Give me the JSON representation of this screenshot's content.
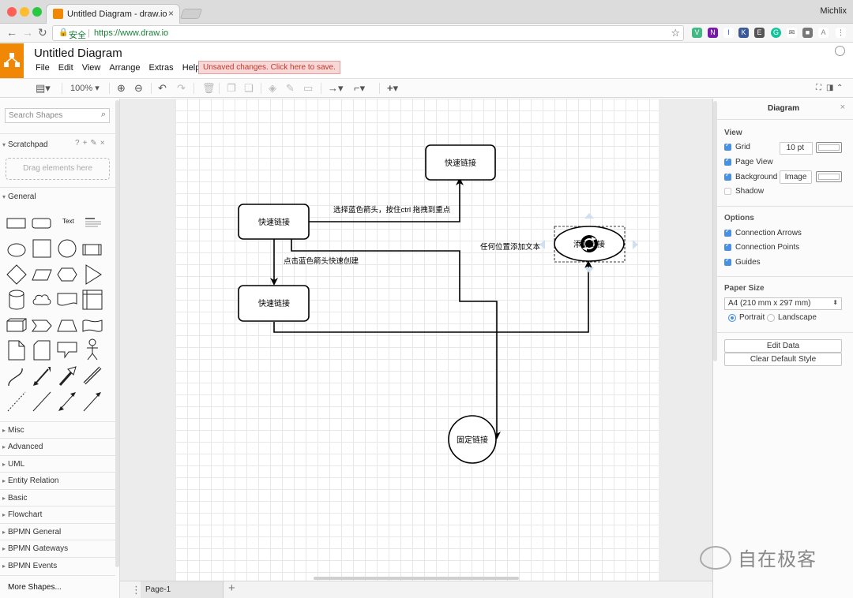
{
  "browser": {
    "tab_title": "Untitled Diagram - draw.io",
    "tab_close": "×",
    "profile_name": "Michlix",
    "secure_label": "安全",
    "url": "https://www.draw.io",
    "colors": {
      "red": "#ff5f57",
      "yellow": "#febc2e",
      "green": "#28c840",
      "secure": "#188038"
    }
  },
  "app": {
    "doc_title": "Untitled Diagram",
    "menu": [
      "File",
      "Edit",
      "View",
      "Arrange",
      "Extras",
      "Help"
    ],
    "unsaved_notice": "Unsaved changes. Click here to save.",
    "brand_color": "#f08705"
  },
  "toolbar": {
    "zoom": "100%",
    "icons": [
      "format-panel-icon",
      "zoom-in-icon",
      "zoom-out-icon",
      "undo-icon",
      "redo-icon",
      "delete-icon",
      "to-front-icon",
      "to-back-icon",
      "fill-color-icon",
      "line-color-icon",
      "shadow-icon",
      "connection-icon",
      "waypoints-icon",
      "insert-icon",
      "fullscreen-icon",
      "toggle-panels-icon",
      "collapse-icon"
    ]
  },
  "left_panel": {
    "search_placeholder": "Search Shapes",
    "scratchpad_label": "Scratchpad",
    "scratchpad_help": "?",
    "dropzone_text": "Drag elements here",
    "general_label": "General",
    "text_shape_label": "Text",
    "categories": [
      "Misc",
      "Advanced",
      "UML",
      "Entity Relation",
      "Basic",
      "Flowchart",
      "BPMN General",
      "BPMN Gateways",
      "BPMN Events"
    ],
    "more_shapes": "More Shapes..."
  },
  "diagram": {
    "nodes": {
      "top_box": "快速链接",
      "left_box": "快速链接",
      "mid_box": "快速链接",
      "ellipse": "添加链接",
      "circle": "固定链接"
    },
    "labels": {
      "top_edge": "选择蓝色箭头，按住ctrl 拖拽到重点",
      "down_edge": "点击蓝色箭头快速创建",
      "free_text": "任何位置添加文本"
    }
  },
  "page_bar": {
    "page_name": "Page-1",
    "add_label": "+"
  },
  "right_panel": {
    "title": "Diagram",
    "close": "×",
    "view_heading": "View",
    "grid_label": "Grid",
    "grid_size": "10 pt",
    "page_view_label": "Page View",
    "background_label": "Background",
    "image_button": "Image",
    "shadow_label": "Shadow",
    "options_heading": "Options",
    "connection_arrows": "Connection Arrows",
    "connection_points": "Connection Points",
    "guides": "Guides",
    "paper_size_heading": "Paper Size",
    "paper_size_value": "A4 (210 mm x 297 mm)",
    "portrait": "Portrait",
    "landscape": "Landscape",
    "edit_data": "Edit Data",
    "clear_default_style": "Clear Default Style",
    "accent_color": "#4a90e2"
  },
  "watermark": {
    "text": "自在极客"
  }
}
